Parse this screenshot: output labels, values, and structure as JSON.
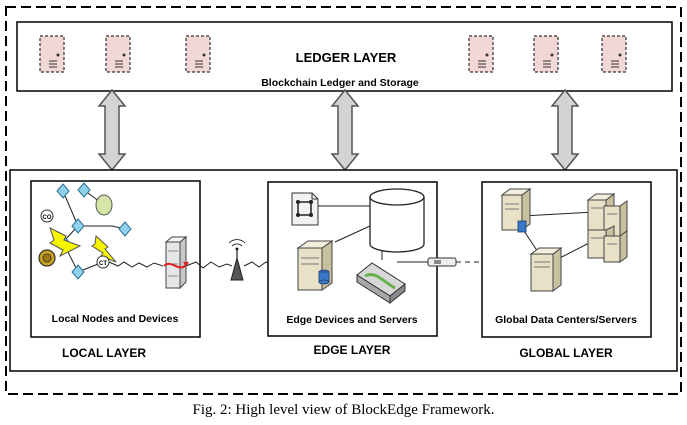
{
  "ledger_layer": {
    "title": "LEDGER LAYER",
    "subtitle": "Blockchain Ledger and Storage"
  },
  "local_layer": {
    "box_label": "Local Nodes and Devices",
    "layer_label": "LOCAL LAYER",
    "node_labels": [
      "CO",
      "CT"
    ]
  },
  "edge_layer": {
    "box_label": "Edge Devices and Servers",
    "layer_label": "EDGE LAYER"
  },
  "global_layer": {
    "box_label": "Global Data Centers/Servers",
    "layer_label": "GLOBAL LAYER"
  },
  "caption": "Fig. 2: High level view of BlockEdge Framework.",
  "colors": {
    "server_pink": "#f2d7d7",
    "arrow_gray": "#d3d3d3",
    "bolt_yellow": "#f5f500",
    "diamond_blue": "#8fd0ea",
    "signal_red": "#e02020",
    "olive": "#c8a020",
    "light_green": "#d6e6a8",
    "switch_green": "#6ab04c"
  },
  "icons": [
    "ledger-server-icon",
    "double-arrow-icon",
    "lightning-bolt-icon",
    "diamond-node-icon",
    "gateway-server-icon",
    "antenna-tower-icon",
    "server-icon",
    "database-cylinder-icon",
    "network-switch-icon",
    "cable-connector-icon",
    "contract-document-icon"
  ]
}
